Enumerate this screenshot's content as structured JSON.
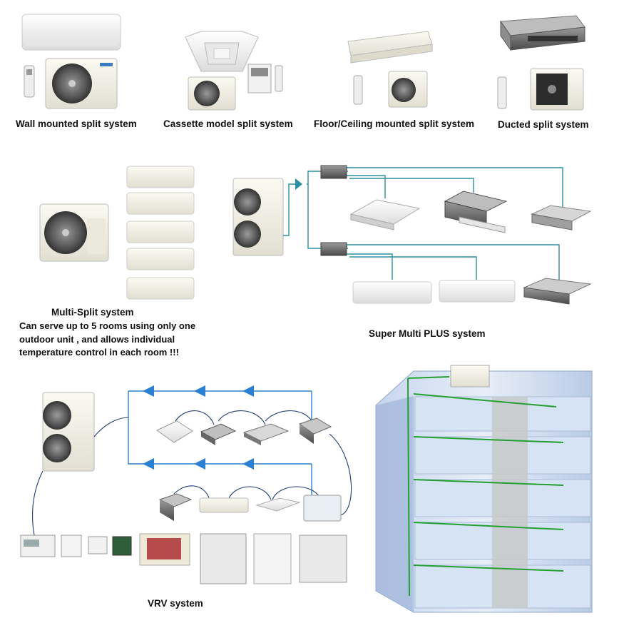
{
  "captions": {
    "wall_mounted": "Wall mounted split system",
    "cassette": "Cassette model split system",
    "floor_ceiling": "Floor/Ceiling mounted split system",
    "ducted": "Ducted split system",
    "multi_split": "Multi-Split system",
    "super_multi_plus": "Super Multi PLUS system",
    "vrv": "VRV system"
  },
  "multi_split_description": [
    "Can serve up to 5 rooms using only one",
    "outdoor unit , and allows individual",
    "temperature control in each room !!!"
  ],
  "colors": {
    "refrigerant_line_teal": "#2a8fa3",
    "refrigerant_line_blue": "#2b7fd1",
    "building_piping_green": "#23a030",
    "wiring_navy": "#1f3b73"
  }
}
